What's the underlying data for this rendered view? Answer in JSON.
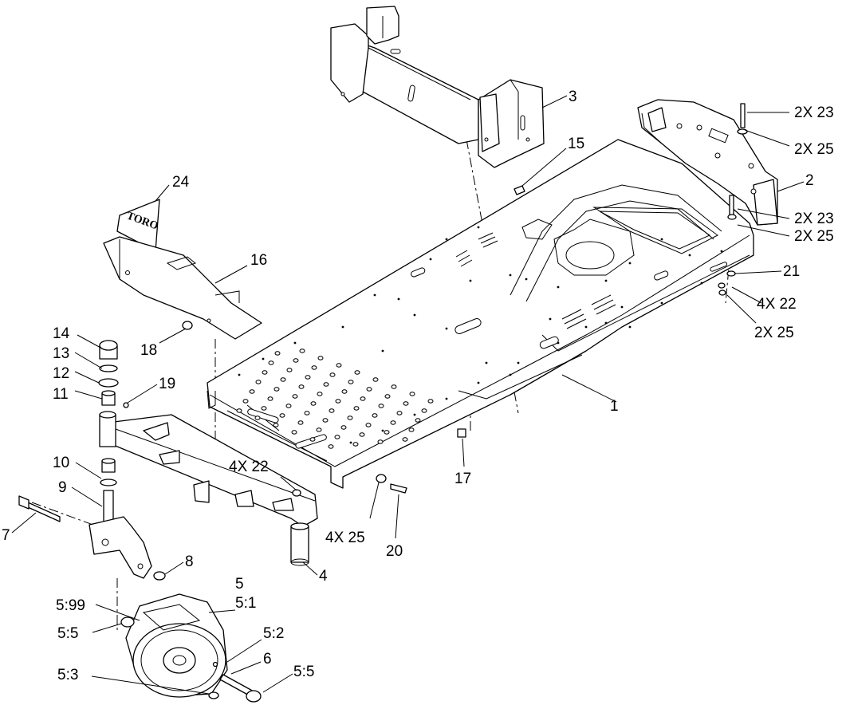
{
  "callouts": [
    "1",
    "2",
    "3",
    "4",
    "5",
    "5:1",
    "5:2",
    "5:3",
    "5:5",
    "5:5",
    "5:99",
    "6",
    "7",
    "8",
    "9",
    "10",
    "11",
    "12",
    "13",
    "14",
    "15",
    "16",
    "17",
    "18",
    "19",
    "20",
    "21",
    "24",
    "2X 23",
    "2X 25",
    "2X 23",
    "2X 25",
    "4X 22",
    "2X 25",
    "4X 22",
    "4X 25"
  ],
  "decal_text": "TORO"
}
